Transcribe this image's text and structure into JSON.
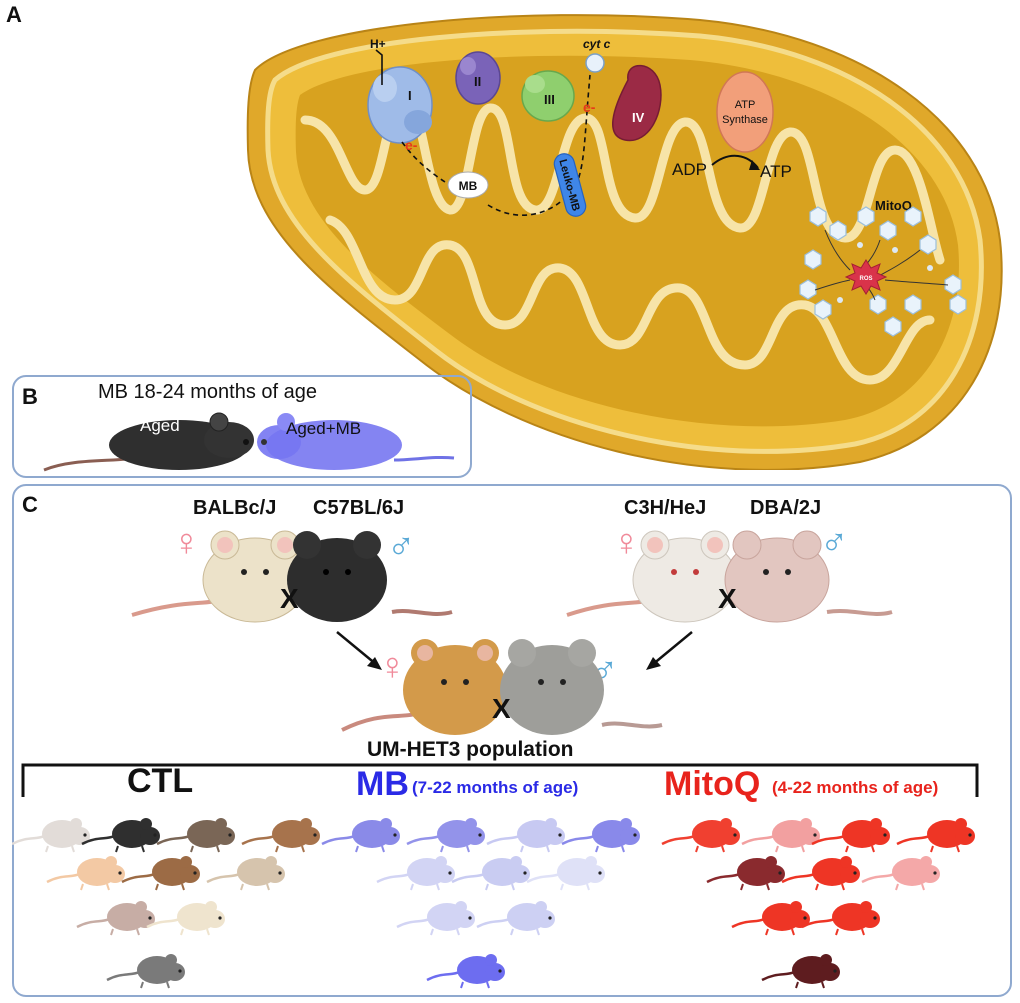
{
  "panels": {
    "a": "A",
    "b": "B",
    "c": "C"
  },
  "panel_a": {
    "complexes": {
      "c1": "I",
      "c2": "II",
      "c3": "III",
      "c4": "IV"
    },
    "proton": "H+",
    "cytc": "cyt c",
    "electron": "e-",
    "mb": "MB",
    "leuko_mb": "Leuko-MB",
    "atp_synthase_line1": "ATP",
    "atp_synthase_line2": "Synthase",
    "adp": "ADP",
    "atp": "ATP",
    "mitoq": "MitoQ",
    "ros": "ROS"
  },
  "panel_b": {
    "title": "MB 18-24 months of age",
    "aged": "Aged",
    "aged_mb": "Aged+MB"
  },
  "panel_c": {
    "strain1": "BALBc/J",
    "strain2": "C57BL/6J",
    "strain3": "C3H/HeJ",
    "strain4": "DBA/2J",
    "female": "♀",
    "male": "♂",
    "cross": "X",
    "population": "UM-HET3 population",
    "group_ctl": "CTL",
    "group_mb": "MB",
    "group_mb_age": "(7-22 months of age)",
    "group_mitoq": "MitoQ",
    "group_mitoq_age": "(4-22 months of age)"
  },
  "colors": {
    "mito_outer": "#e8b830",
    "mito_inner": "#d9a020",
    "mito_membrane": "#f6e3a0",
    "panel_border": "#8fa9cf",
    "mb_blue": "#2a2ae6",
    "mitoq_red": "#e8231c",
    "female_pink": "#f08a9a",
    "male_blue": "#5aa9d6"
  }
}
